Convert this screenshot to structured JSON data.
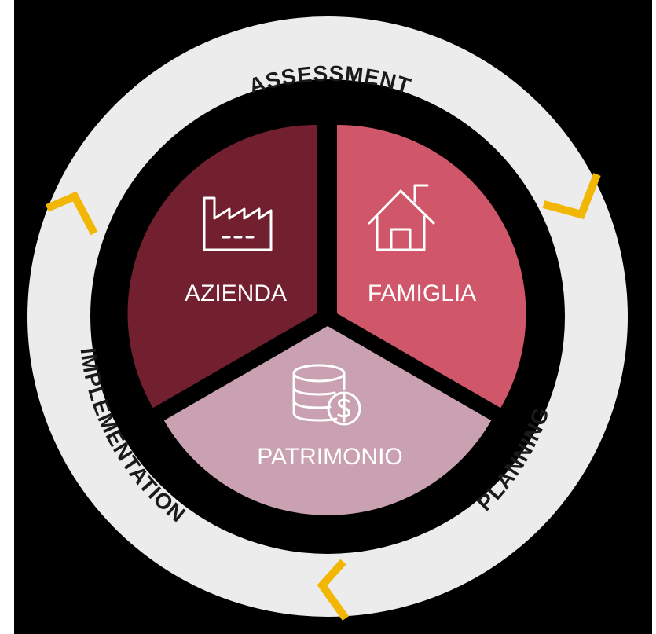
{
  "colors": {
    "background": "#000000",
    "ring": "#ececec",
    "ring_text": "#1a1a1a",
    "arrow": "#f2b705",
    "azienda": "#722030",
    "famiglia": "#cf5769",
    "patrimonio": "#c9a1b1",
    "icon": "#ffffff"
  },
  "cycle": {
    "assessment": "ASSESSMENT",
    "planning": "PLANNING",
    "implementation": "IMPLEMENTATION"
  },
  "segments": {
    "azienda": {
      "label": "AZIENDA",
      "icon": "factory-icon"
    },
    "famiglia": {
      "label": "FAMIGLIA",
      "icon": "house-icon"
    },
    "patrimonio": {
      "label": "PATRIMONIO",
      "icon": "coins-dollar-icon"
    }
  }
}
